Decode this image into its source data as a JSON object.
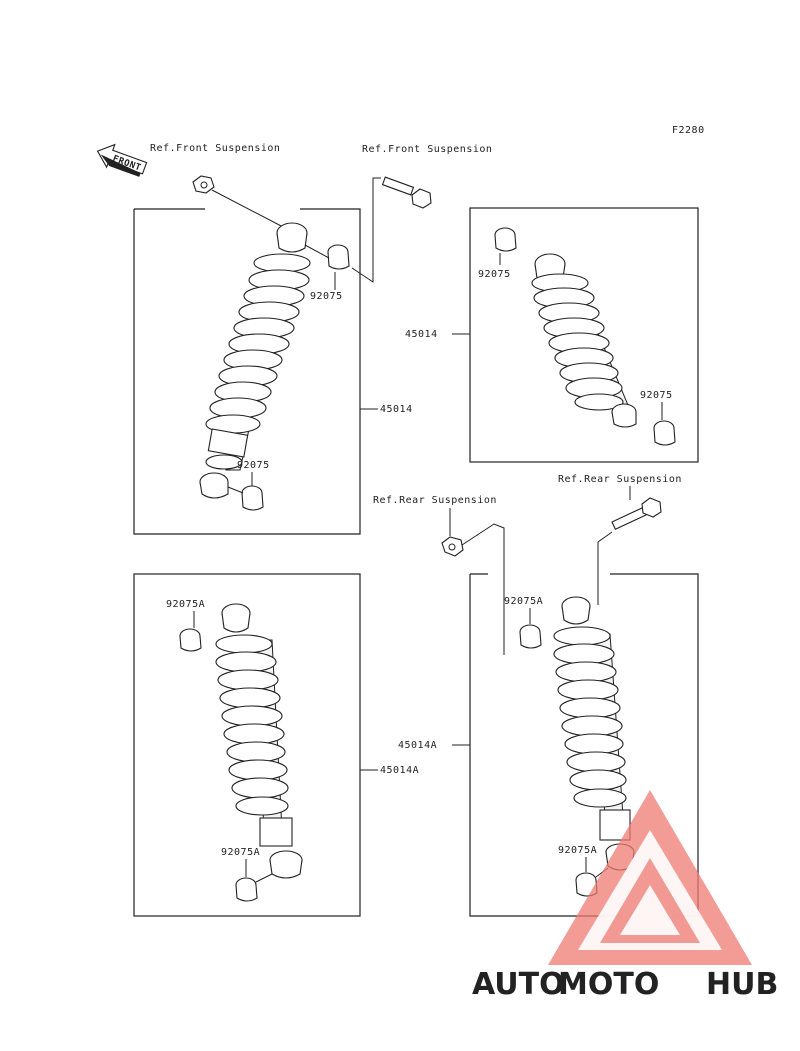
{
  "diagram": {
    "figure_id": "F2280",
    "front_label": "FRONT",
    "refs": {
      "front_1": "Ref.Front Suspension",
      "front_2": "Ref.Front Suspension",
      "rear_1": "Ref.Rear Suspension",
      "rear_2": "Ref.Rear Suspension"
    },
    "parts": {
      "p1_shock": "45014",
      "p1_bush_top": "92075",
      "p1_bush_bottom": "92075",
      "p2_shock": "45014",
      "p2_bush_top": "92075",
      "p2_bush_bottom": "92075",
      "p3_shock": "45014A",
      "p3_bush_top": "92075A",
      "p3_bush_bottom": "92075A",
      "p4_shock": "45014A",
      "p4_bush_top": "92075A",
      "p4_bush_bottom": "92075A"
    },
    "watermark": {
      "part1": "AUTO",
      "part2": "MOTO",
      "part3": "HUB",
      "color1": "#f2b24a",
      "color2": "#ef7a72",
      "color3": "#8a8a8a"
    }
  }
}
